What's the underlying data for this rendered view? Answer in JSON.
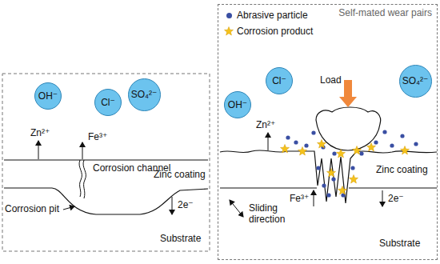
{
  "diagram": {
    "nodes": [
      {
        "text": [
          "OH⁻"
        ]
      },
      {
        "text": [
          "Cl⁻"
        ]
      },
      {
        "text": [
          "SO₄²⁻"
        ]
      },
      {
        "text": [
          "Self-mated wear pairs"
        ]
      },
      {
        "text": [
          "OH⁻"
        ],
        "in": 3
      },
      {
        "text": [
          "Cl⁻"
        ],
        "in": 3
      },
      {
        "text": [
          "SO₄²⁻"
        ],
        "in": 3
      }
    ],
    "edges": [],
    "labels": [
      "Zn²⁺",
      "Fe³⁺",
      "Corrosion channel",
      "Zinc coating",
      "Corrosion pit",
      "2e⁻",
      "Substrate",
      "Load",
      "Zn²⁺",
      "Fe³⁺",
      "Zinc coating",
      "2e⁻",
      "Sliding direction",
      "Substrate"
    ],
    "legend": [
      {
        "text": "Abrasive particle",
        "color": "#3a4fa3"
      },
      {
        "text": "Corrosion product"
      }
    ]
  }
}
